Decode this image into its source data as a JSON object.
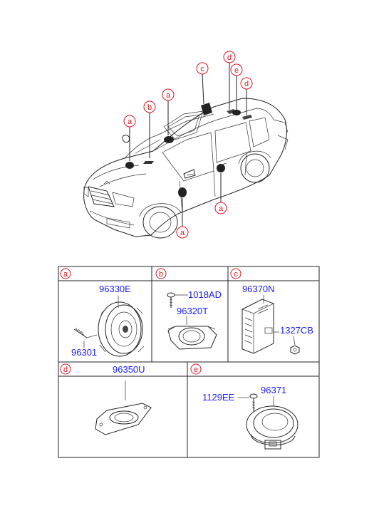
{
  "callouts": {
    "a": "a",
    "b": "b",
    "c": "c",
    "d": "d",
    "e": "e"
  },
  "panels": {
    "a": {
      "tag": "a",
      "parts": [
        "96330E",
        "96301"
      ]
    },
    "b": {
      "tag": "b",
      "parts": [
        "1018AD",
        "96320T"
      ]
    },
    "c": {
      "tag": "c",
      "parts": [
        "96370N",
        "1327CB"
      ]
    },
    "d": {
      "tag": "d",
      "parts": [
        "96350U"
      ]
    },
    "e": {
      "tag": "e",
      "parts": [
        "1129EE",
        "96371"
      ]
    }
  },
  "colors": {
    "label": "#1a1aff",
    "callout": "#e0141e",
    "line": "#222222"
  }
}
